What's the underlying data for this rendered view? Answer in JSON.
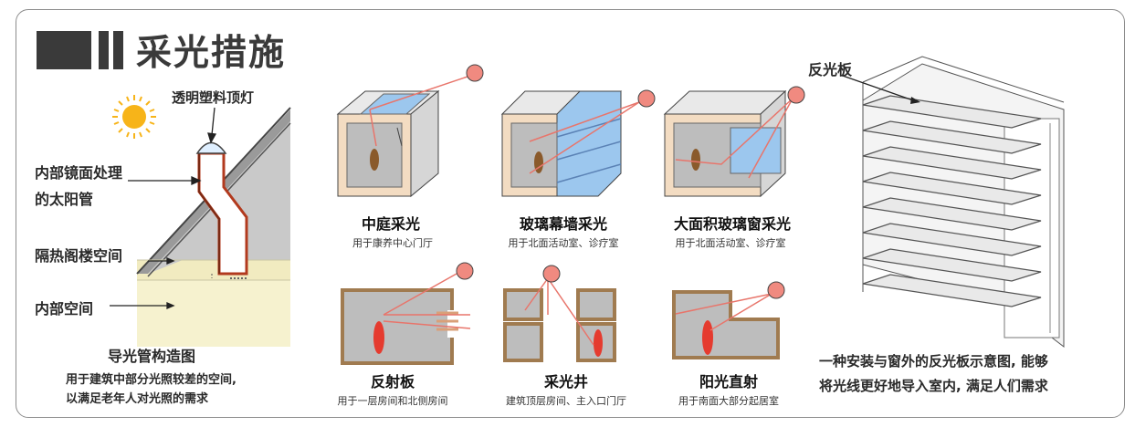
{
  "title": "采光措施",
  "light_pipe": {
    "label_top": "透明塑料顶灯",
    "label_inner_line1": "内部镜面处理",
    "label_inner_line2": "的太阳管",
    "label_attic": "隔热阁楼空间",
    "label_inner_space": "内部空间",
    "caption": "导光管构造图",
    "desc_line1": "用于建筑中部分光照较差的空间,",
    "desc_line2": "以满足老年人对光照的需求"
  },
  "methods": [
    {
      "name": "中庭采光",
      "use": "用于康养中心门厅"
    },
    {
      "name": "玻璃幕墙采光",
      "use": "用于北面活动室、诊疗室"
    },
    {
      "name": "大面积玻璃窗采光",
      "use": "用于北面活动室、诊疗室"
    },
    {
      "name": "反射板",
      "use": "用于一层房间和北侧房间"
    },
    {
      "name": "采光井",
      "use": "建筑顶层房间、主入口门厅"
    },
    {
      "name": "阳光直射",
      "use": "用于南面大部分起居室"
    }
  ],
  "reflector": {
    "label": "反光板",
    "desc_line1": "一种安装与窗外的反光板示意图, 能够",
    "desc_line2": "将光线更好地导入室内, 满足人们需求"
  },
  "colors": {
    "sun": "#f7b419",
    "sun_small": "#f08a80",
    "ray": "#e8756b",
    "wall": "#f3dcc2",
    "room_gray": "#bdbdbd",
    "glass": "#9cc7ee",
    "attic": "#f6f2cf",
    "person": "#e53b2f"
  }
}
